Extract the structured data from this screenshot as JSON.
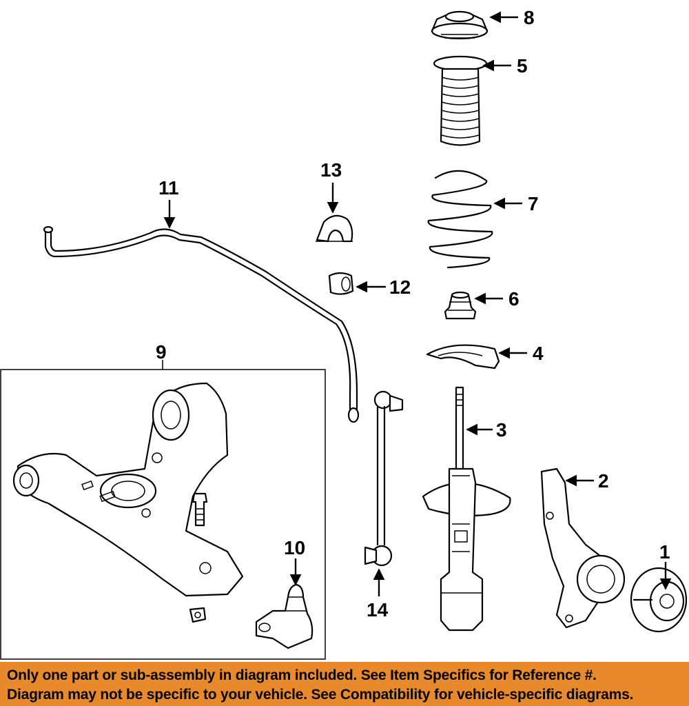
{
  "callouts": {
    "c1": "1",
    "c2": "2",
    "c3": "3",
    "c4": "4",
    "c5": "5",
    "c6": "6",
    "c7": "7",
    "c8": "8",
    "c9": "9",
    "c10": "10",
    "c11": "11",
    "c12": "12",
    "c13": "13",
    "c14": "14"
  },
  "banner": {
    "line1": "Only one part or sub-assembly in diagram included. See Item Specifics for Reference #.",
    "line2": "Diagram may not be specific to your vehicle. See Compatibility for vehicle-specific diagrams.",
    "background_color": "#e8892b"
  }
}
